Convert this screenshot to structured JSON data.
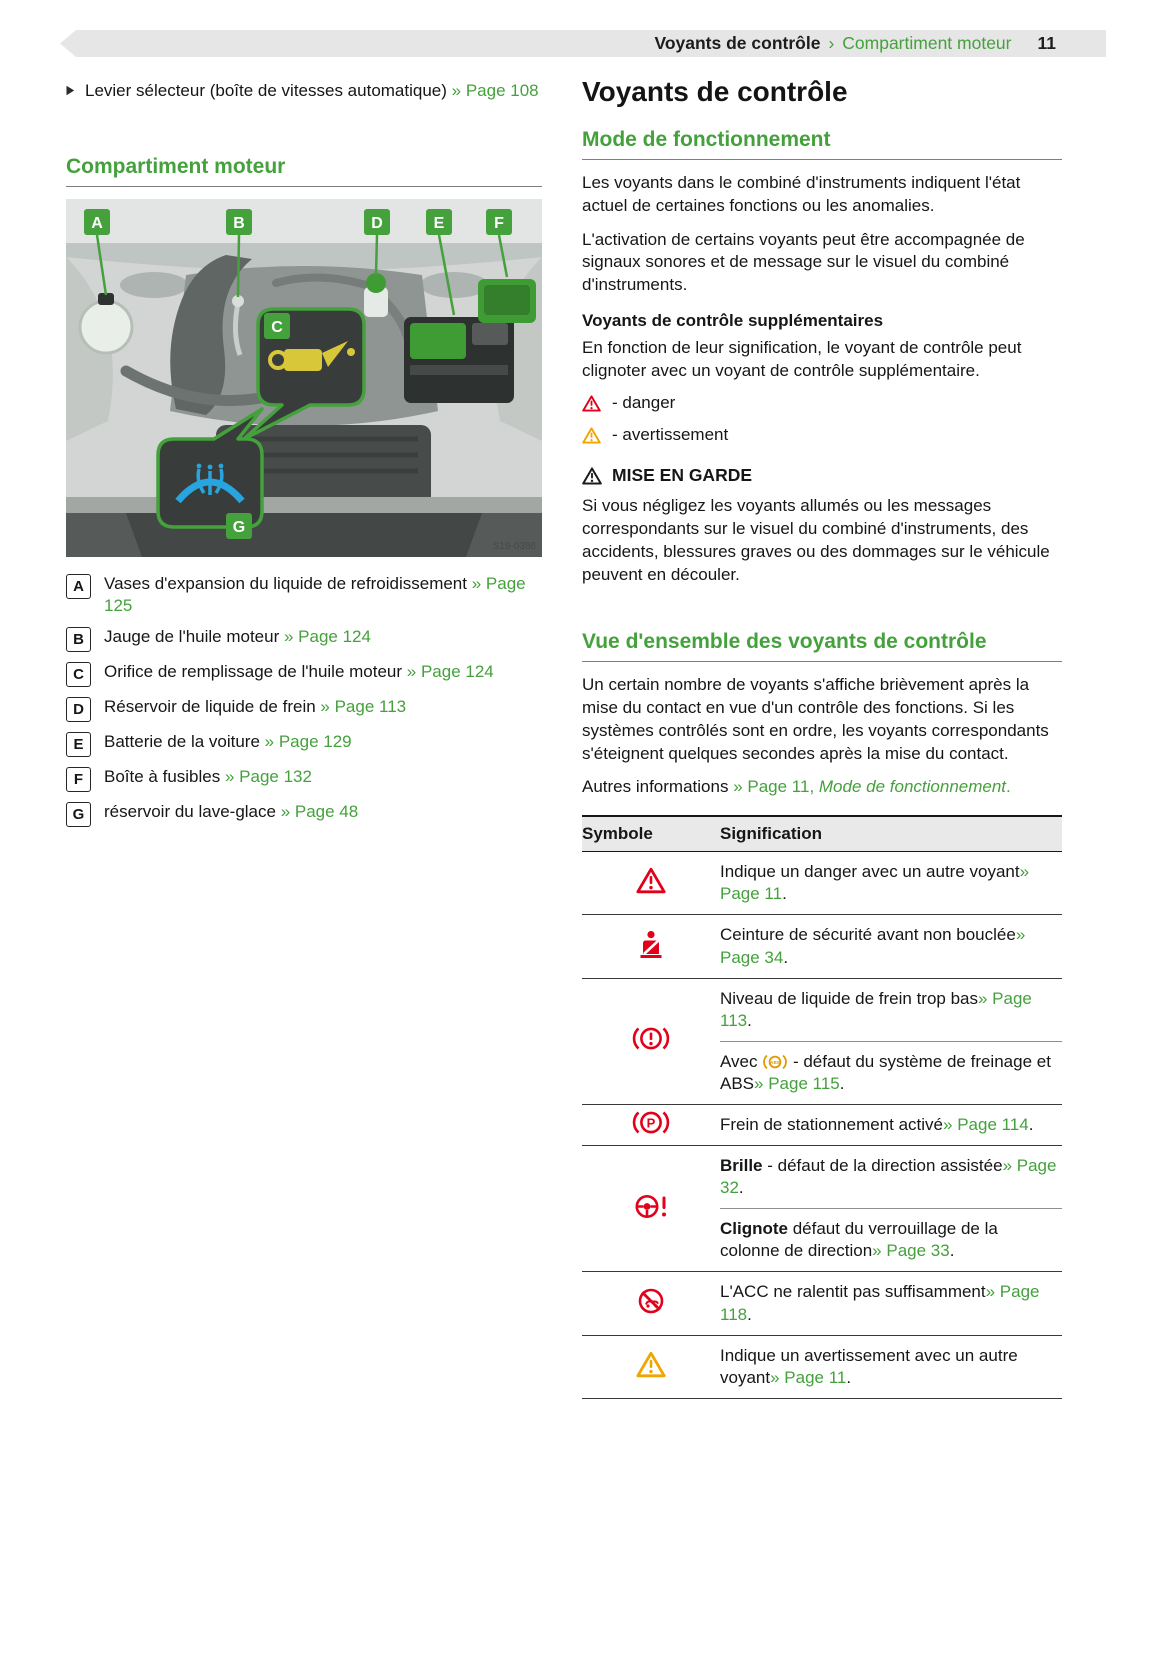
{
  "colors": {
    "accent": "#44a13c",
    "red": "#e2001a",
    "amber": "#f0a500"
  },
  "header": {
    "section": "Voyants de contrôle",
    "separator": "›",
    "subsection": "Compartiment moteur",
    "page_number": "11"
  },
  "left": {
    "bullet": {
      "text": "Levier sélecteur (boîte de vitesses automatique) ",
      "link": "» Page 108"
    },
    "engine_heading": "Compartiment moteur",
    "figure": {
      "labels": [
        "A",
        "B",
        "D",
        "E",
        "F"
      ],
      "callouts": [
        "C",
        "G"
      ],
      "icons": [
        "oil-can-icon",
        "washer-fluid-icon"
      ],
      "code": "S19-0386"
    },
    "legend": [
      {
        "key": "A",
        "text": "Vases d'expansion du liquide de refroidissement ",
        "link": "» Page 125"
      },
      {
        "key": "B",
        "text": "Jauge de l'huile moteur ",
        "link": "» Page 124"
      },
      {
        "key": "C",
        "text": "Orifice de remplissage de l'huile moteur ",
        "link": "» Page 124"
      },
      {
        "key": "D",
        "text": "Réservoir de liquide de frein ",
        "link": "» Page 113"
      },
      {
        "key": "E",
        "text": "Batterie de la voiture ",
        "link": "» Page 129"
      },
      {
        "key": "F",
        "text": "Boîte à fusibles ",
        "link": "» Page 132"
      },
      {
        "key": "G",
        "text": "réservoir du lave-glace ",
        "link": "» Page 48"
      }
    ]
  },
  "right": {
    "title": "Voyants de contrôle",
    "mode": {
      "heading": "Mode de fonctionnement",
      "p1": "Les voyants dans le combiné d'instruments indiquent l'état actuel de certaines fonctions ou les anomalies.",
      "p2": "L'activation de certains voyants peut être accompagnée de signaux sonores et de message sur le visuel du combiné d'instruments.",
      "sub_heading": "Voyants de contrôle supplémentaires",
      "p3": "En fonction de leur signification, le voyant de contrôle peut clignoter avec un voyant de contrôle supplémentaire.",
      "danger_label": "- danger",
      "warning_label": "- avertissement"
    },
    "caution": {
      "title": "MISE EN GARDE",
      "body": "Si vous négligez les voyants allumés ou les messages correspondants sur le visuel du combiné d'instruments, des accidents, blessures graves ou des dommages sur le véhicule peuvent en découler."
    },
    "overview": {
      "heading": "Vue d'ensemble des voyants de contrôle",
      "p1": "Un certain nombre de voyants s'affiche brièvement après la mise du contact en vue d'un contrôle des fonctions. Si les systèmes contrôlés sont en ordre, les voyants correspondants s'éteignent quelques secondes après la mise du contact.",
      "more_text": "Autres informations ",
      "more_link": "» Page 11, ",
      "more_italic": "Mode de fonctionnement",
      "more_end": "."
    },
    "table": {
      "headers": [
        "Symbole",
        "Signification"
      ],
      "rows": [
        {
          "icon": "warning-triangle-red-icon",
          "cells": [
            {
              "pre": "Indique un danger avec un autre voyant",
              "link": "» Page 11",
              "post": "."
            }
          ]
        },
        {
          "icon": "seatbelt-warning-icon",
          "cells": [
            {
              "pre": "Ceinture de sécurité avant non bouclée",
              "link": "» Page 34",
              "post": "."
            }
          ]
        },
        {
          "icon": "brake-fluid-warning-icon",
          "cells": [
            {
              "pre": "Niveau de liquide de frein trop bas",
              "link": "» Page 113",
              "post": "."
            },
            {
              "pre": "Avec ",
              "inline_icon": "abs-lamp-icon",
              "mid": " - défaut du système de freinage et ABS",
              "link": "» Page 115",
              "post": "."
            }
          ]
        },
        {
          "icon": "parking-brake-icon",
          "cells": [
            {
              "pre": "Frein de stationnement activé",
              "link": "» Page 114",
              "post": "."
            }
          ]
        },
        {
          "icon": "steering-warning-icon",
          "cells": [
            {
              "bold": "Brille",
              "pre": " - défaut de la direction assistée",
              "link": "» Page 32",
              "post": "."
            },
            {
              "bold": "Clignote",
              "pre": " défaut du verrouillage de la colonne de direction",
              "link": "» Page 33",
              "post": "."
            }
          ]
        },
        {
          "icon": "acc-unavailable-icon",
          "cells": [
            {
              "pre": "L'ACC ne ralentit pas suffisamment",
              "link": "» Page 118",
              "post": "."
            }
          ]
        },
        {
          "icon": "warning-triangle-yellow-icon",
          "cells": [
            {
              "pre": "Indique un avertissement avec un autre voyant",
              "link": "» Page 11",
              "post": "."
            }
          ]
        }
      ]
    }
  }
}
